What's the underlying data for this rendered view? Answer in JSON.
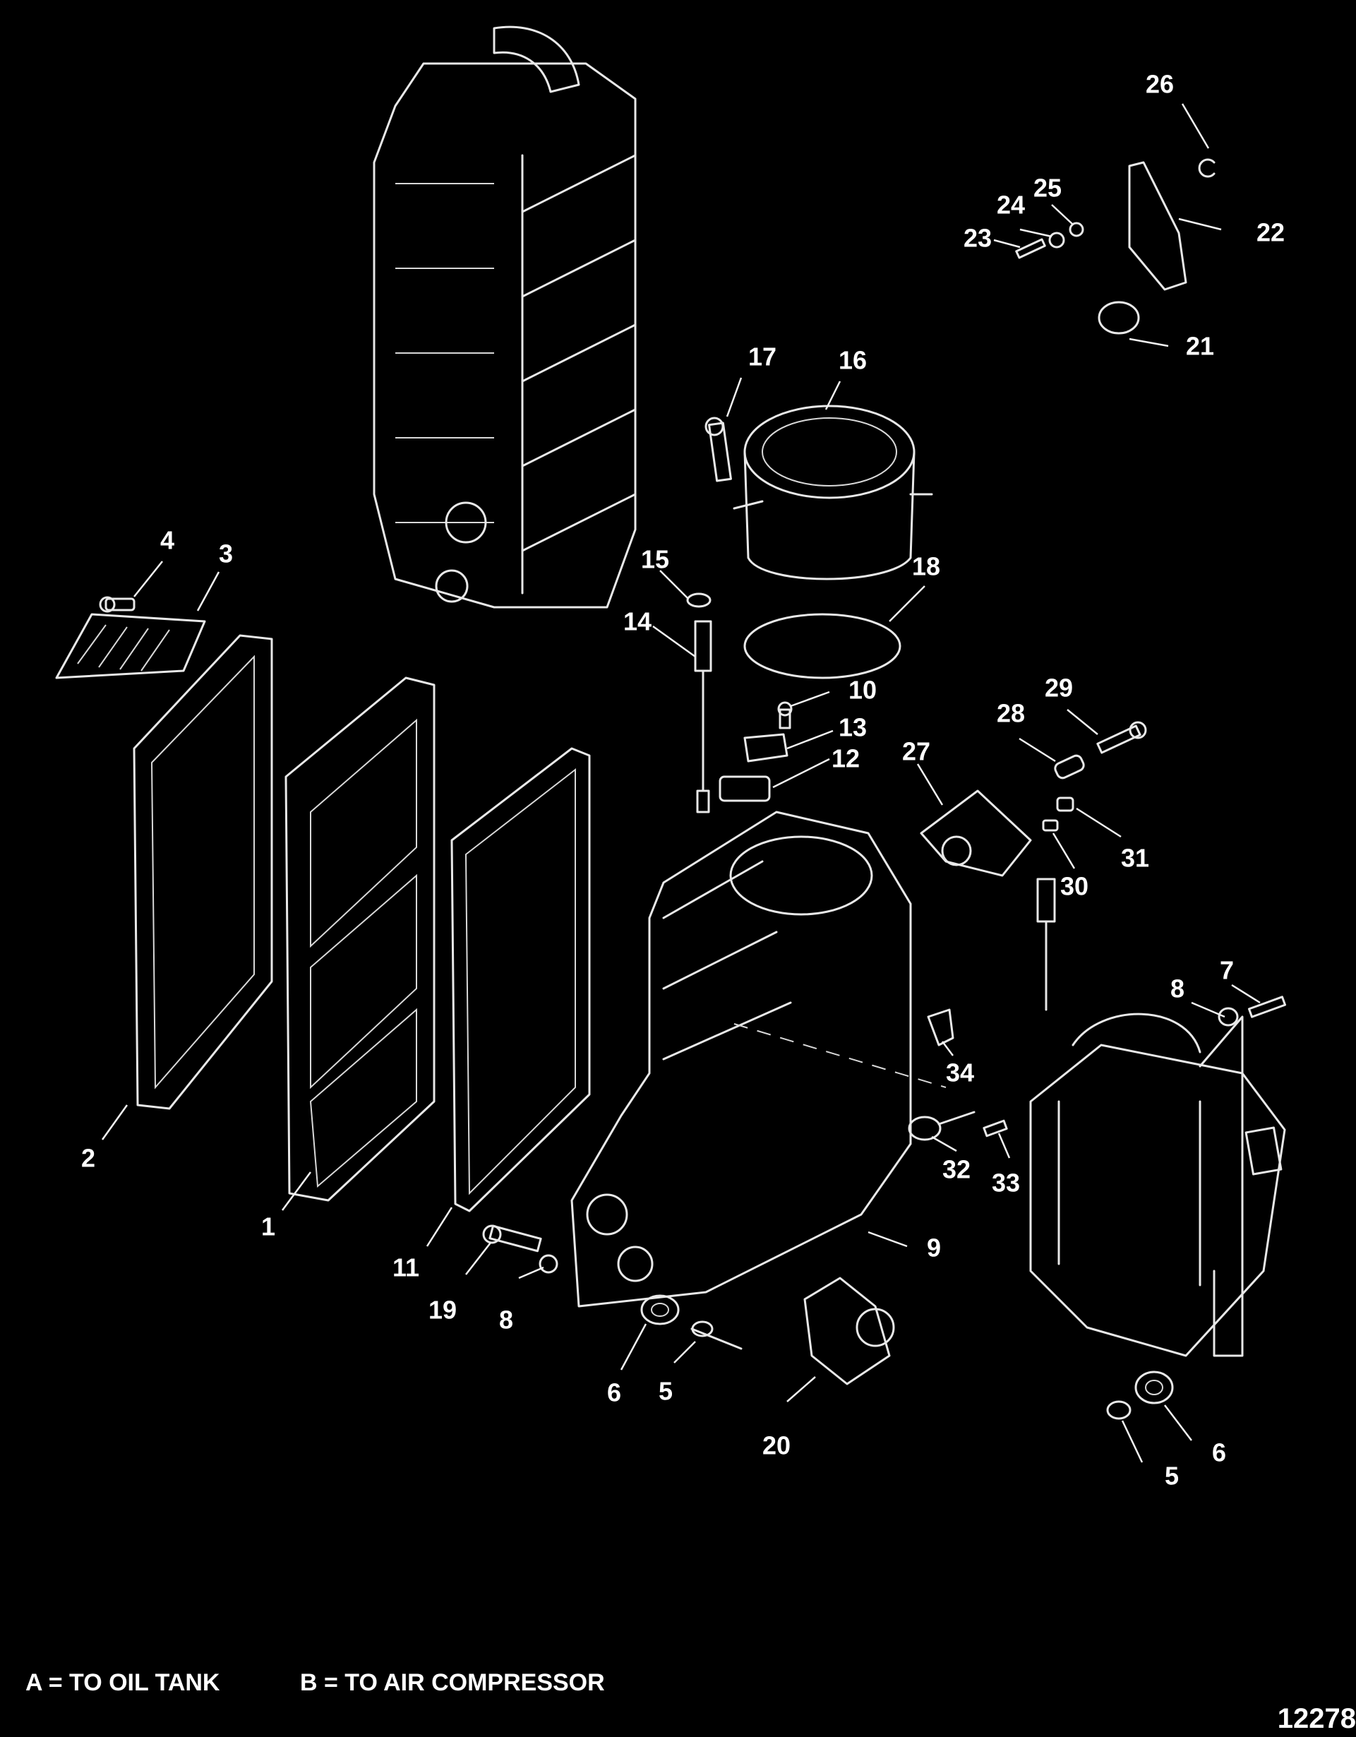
{
  "callouts": [
    "1",
    "2",
    "3",
    "4",
    "5",
    "5",
    "6",
    "6",
    "7",
    "8",
    "8",
    "9",
    "10",
    "11",
    "12",
    "13",
    "14",
    "15",
    "16",
    "17",
    "18",
    "19",
    "20",
    "21",
    "22",
    "23",
    "24",
    "25",
    "26",
    "27",
    "28",
    "29",
    "30",
    "31",
    "32",
    "33",
    "34"
  ],
  "legend": {
    "a": "A = TO OIL TANK",
    "b": "B = TO AIR COMPRESSOR"
  },
  "drawing_number": "12278"
}
